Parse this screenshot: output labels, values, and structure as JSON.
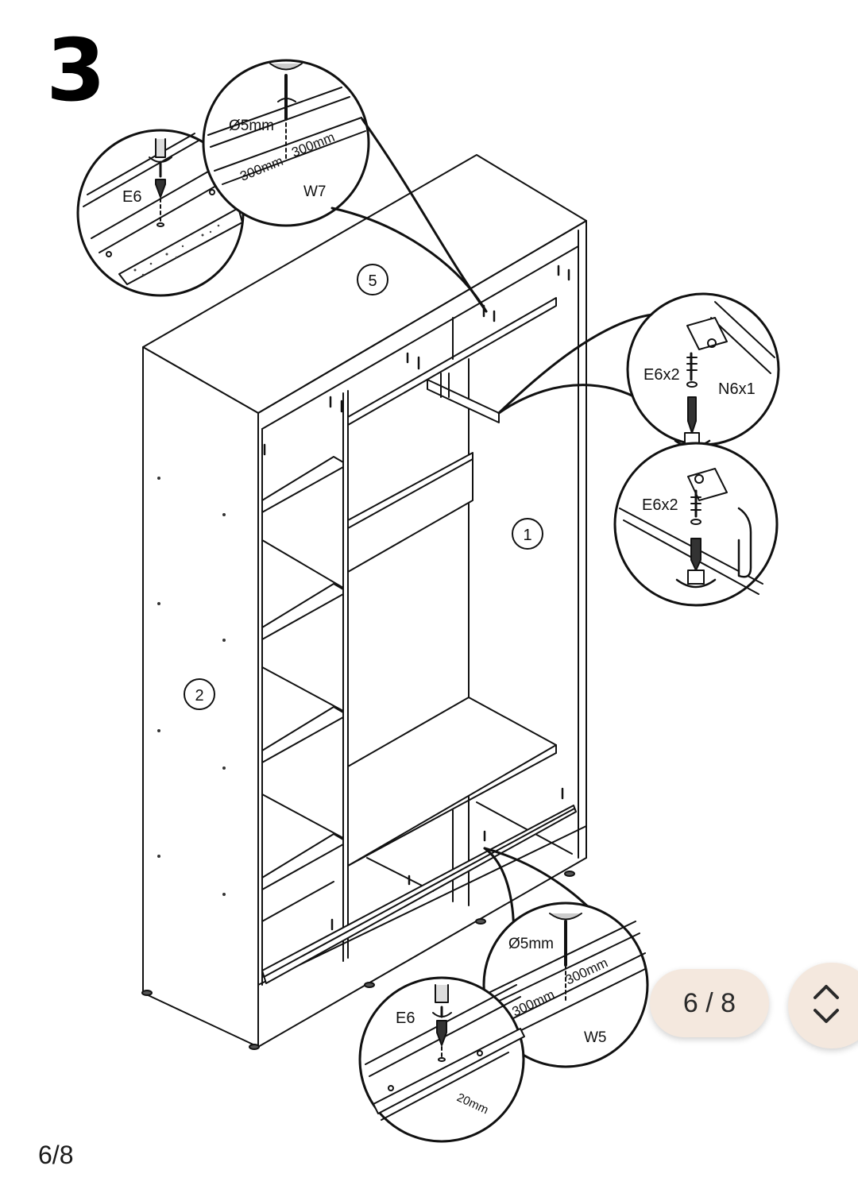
{
  "document": {
    "step_number": "3",
    "page_footer": "6/8"
  },
  "parts": {
    "part_1": "1",
    "part_2": "2",
    "part_5": "5"
  },
  "callouts": {
    "top_left_screw": "E6",
    "top_drill_diameter": "Ø5mm",
    "top_spacing_a": "300mm",
    "top_spacing_b": "300mm",
    "top_rail": "W7",
    "rail_screws_upper": "E6x2",
    "rail_part_upper": "N6x1",
    "rail_screws_lower": "E6x2",
    "bottom_screw": "E6",
    "bottom_drill_diameter": "Ø5mm",
    "bottom_spacing_a": "300mm",
    "bottom_spacing_b": "300mm",
    "bottom_rail": "W5",
    "bottom_offset": "20mm"
  },
  "viewer": {
    "pager_text": "6 / 8",
    "nav_icon": "chevron-up-down-icon"
  }
}
